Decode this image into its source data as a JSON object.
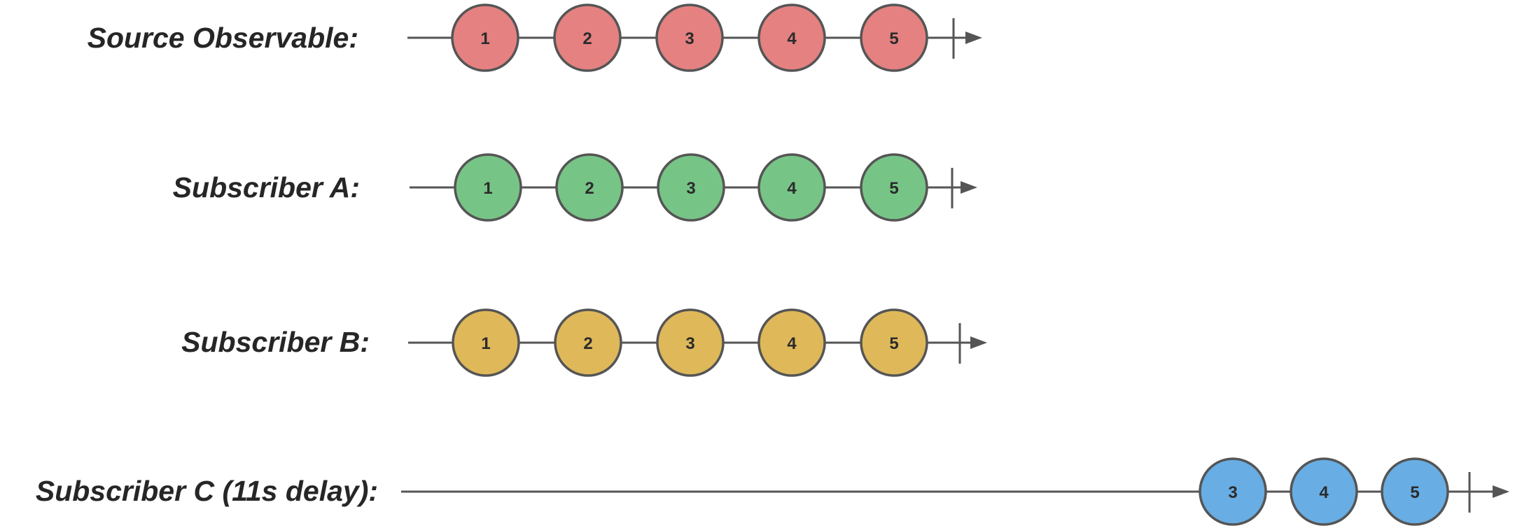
{
  "colors": {
    "source": "#e58181",
    "subscriber_a": "#77c487",
    "subscriber_b": "#dfb85a",
    "subscriber_c": "#68ade3",
    "line": "#555555",
    "text": "#262626"
  },
  "rows": [
    {
      "id": "source",
      "label": "Source Observable:",
      "color_key": "source",
      "values": [
        "1",
        "2",
        "3",
        "4",
        "5"
      ],
      "completed": true
    },
    {
      "id": "subscriber-a",
      "label": "Subscriber A:",
      "color_key": "subscriber_a",
      "values": [
        "1",
        "2",
        "3",
        "4",
        "5"
      ],
      "completed": true
    },
    {
      "id": "subscriber-b",
      "label": "Subscriber B:",
      "color_key": "subscriber_b",
      "values": [
        "1",
        "2",
        "3",
        "4",
        "5"
      ],
      "completed": true
    },
    {
      "id": "subscriber-c",
      "label": "Subscriber C (11s delay):",
      "color_key": "subscriber_c",
      "values": [
        "3",
        "4",
        "5"
      ],
      "completed": true
    }
  ]
}
